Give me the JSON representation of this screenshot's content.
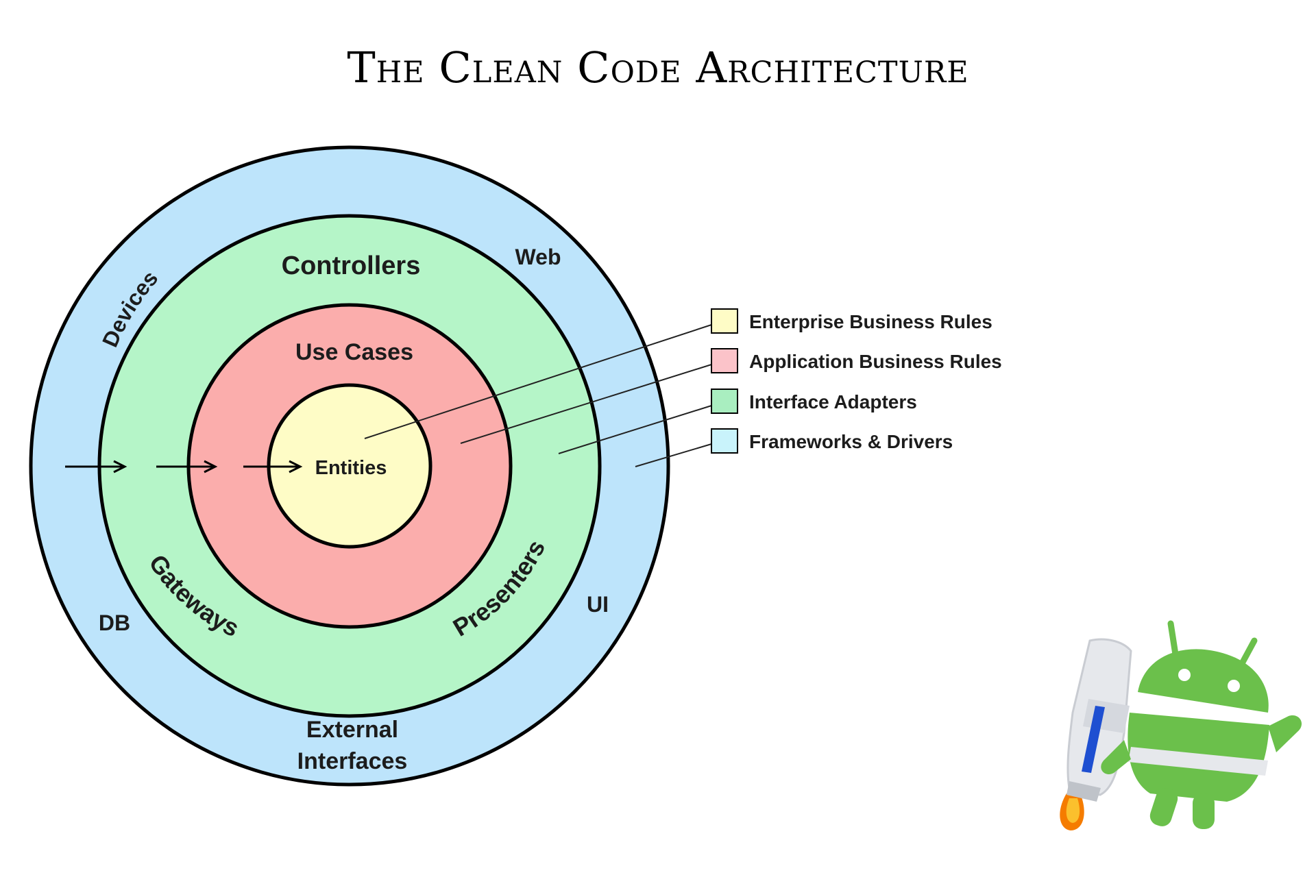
{
  "title": "The Clean Code Architecture",
  "rings": {
    "outer": {
      "color": "#bde4fb",
      "labels": {
        "devices": "Devices",
        "web": "Web",
        "db": "DB",
        "ui": "UI",
        "external_line1": "External",
        "external_line2": "Interfaces"
      }
    },
    "adapters": {
      "color": "#b5f5c8",
      "labels": {
        "controllers": "Controllers",
        "gateways": "Gateways",
        "presenters": "Presenters"
      }
    },
    "usecases": {
      "color": "#fbadac",
      "labels": {
        "use_cases": "Use Cases"
      }
    },
    "entities": {
      "color": "#fefcc6",
      "labels": {
        "entities": "Entities"
      }
    }
  },
  "legend": [
    {
      "label": "Enterprise Business Rules",
      "color": "#fefcc6"
    },
    {
      "label": "Application Business Rules",
      "color": "#fbc3c9"
    },
    {
      "label": "Interface Adapters",
      "color": "#a9eec0"
    },
    {
      "label": "Frameworks & Drivers",
      "color": "#c9f3fb"
    }
  ],
  "mascot": {
    "icon": "android-rocket-icon",
    "android_color": "#6bc04b",
    "rocket_color": "#e8eaed",
    "flame_color": "#f57c00"
  }
}
